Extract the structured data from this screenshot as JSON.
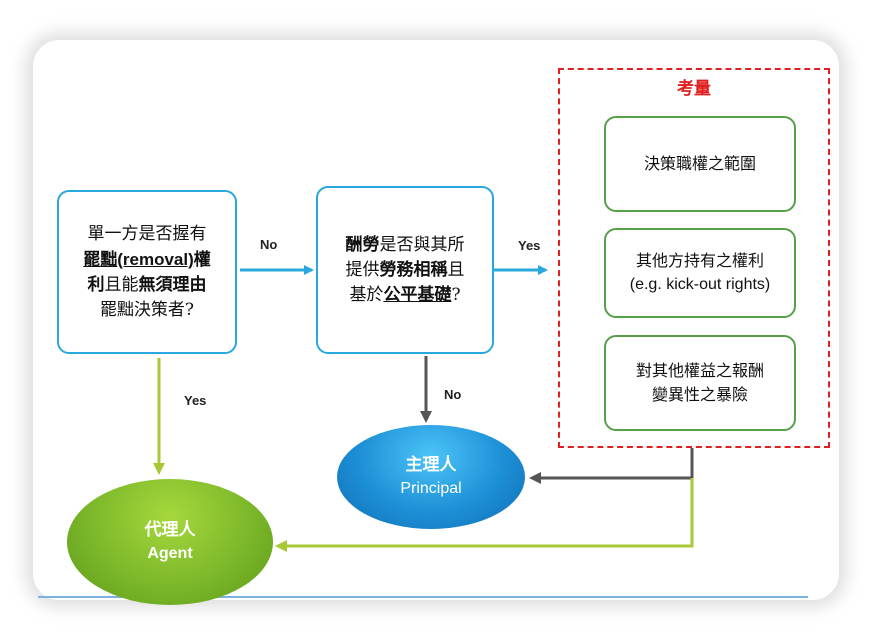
{
  "question1": {
    "line1": "單一方是否握有",
    "line2_a": "罷黜",
    "line2_b": "(removal)",
    "line2_c": "權",
    "line3_a": "利",
    "line3_b": "且能",
    "line3_c": "無須理由",
    "line4": "罷黜決策者?"
  },
  "question2": {
    "line1_a": "酬勞",
    "line1_b": "是否與其所",
    "line2_a": "提供",
    "line2_b": "勞務相稱",
    "line2_c": "且",
    "line3_a": "基於",
    "line3_b": "公平基礎",
    "line3_c": "?"
  },
  "considerations": {
    "title": "考量",
    "item1": "決策職權之範圍",
    "item2_line1": "其他方持有之權利",
    "item2_line2": "(e.g. kick-out rights)",
    "item3_line1": "對其他權益之報酬",
    "item3_line2": "變異性之暴險"
  },
  "edges": {
    "q1_no": "No",
    "q2_yes": "Yes",
    "q1_yes": "Yes",
    "q2_no": "No"
  },
  "outcomes": {
    "principal_zh": "主理人",
    "principal_en": "Principal",
    "agent_zh": "代理人",
    "agent_en": "Agent"
  },
  "colors": {
    "blue_arrow": "#29a8e0",
    "green_arrow": "#a8c838",
    "dark_arrow": "#555555",
    "dashed_border": "#e02020",
    "green_box": "#55a048"
  }
}
